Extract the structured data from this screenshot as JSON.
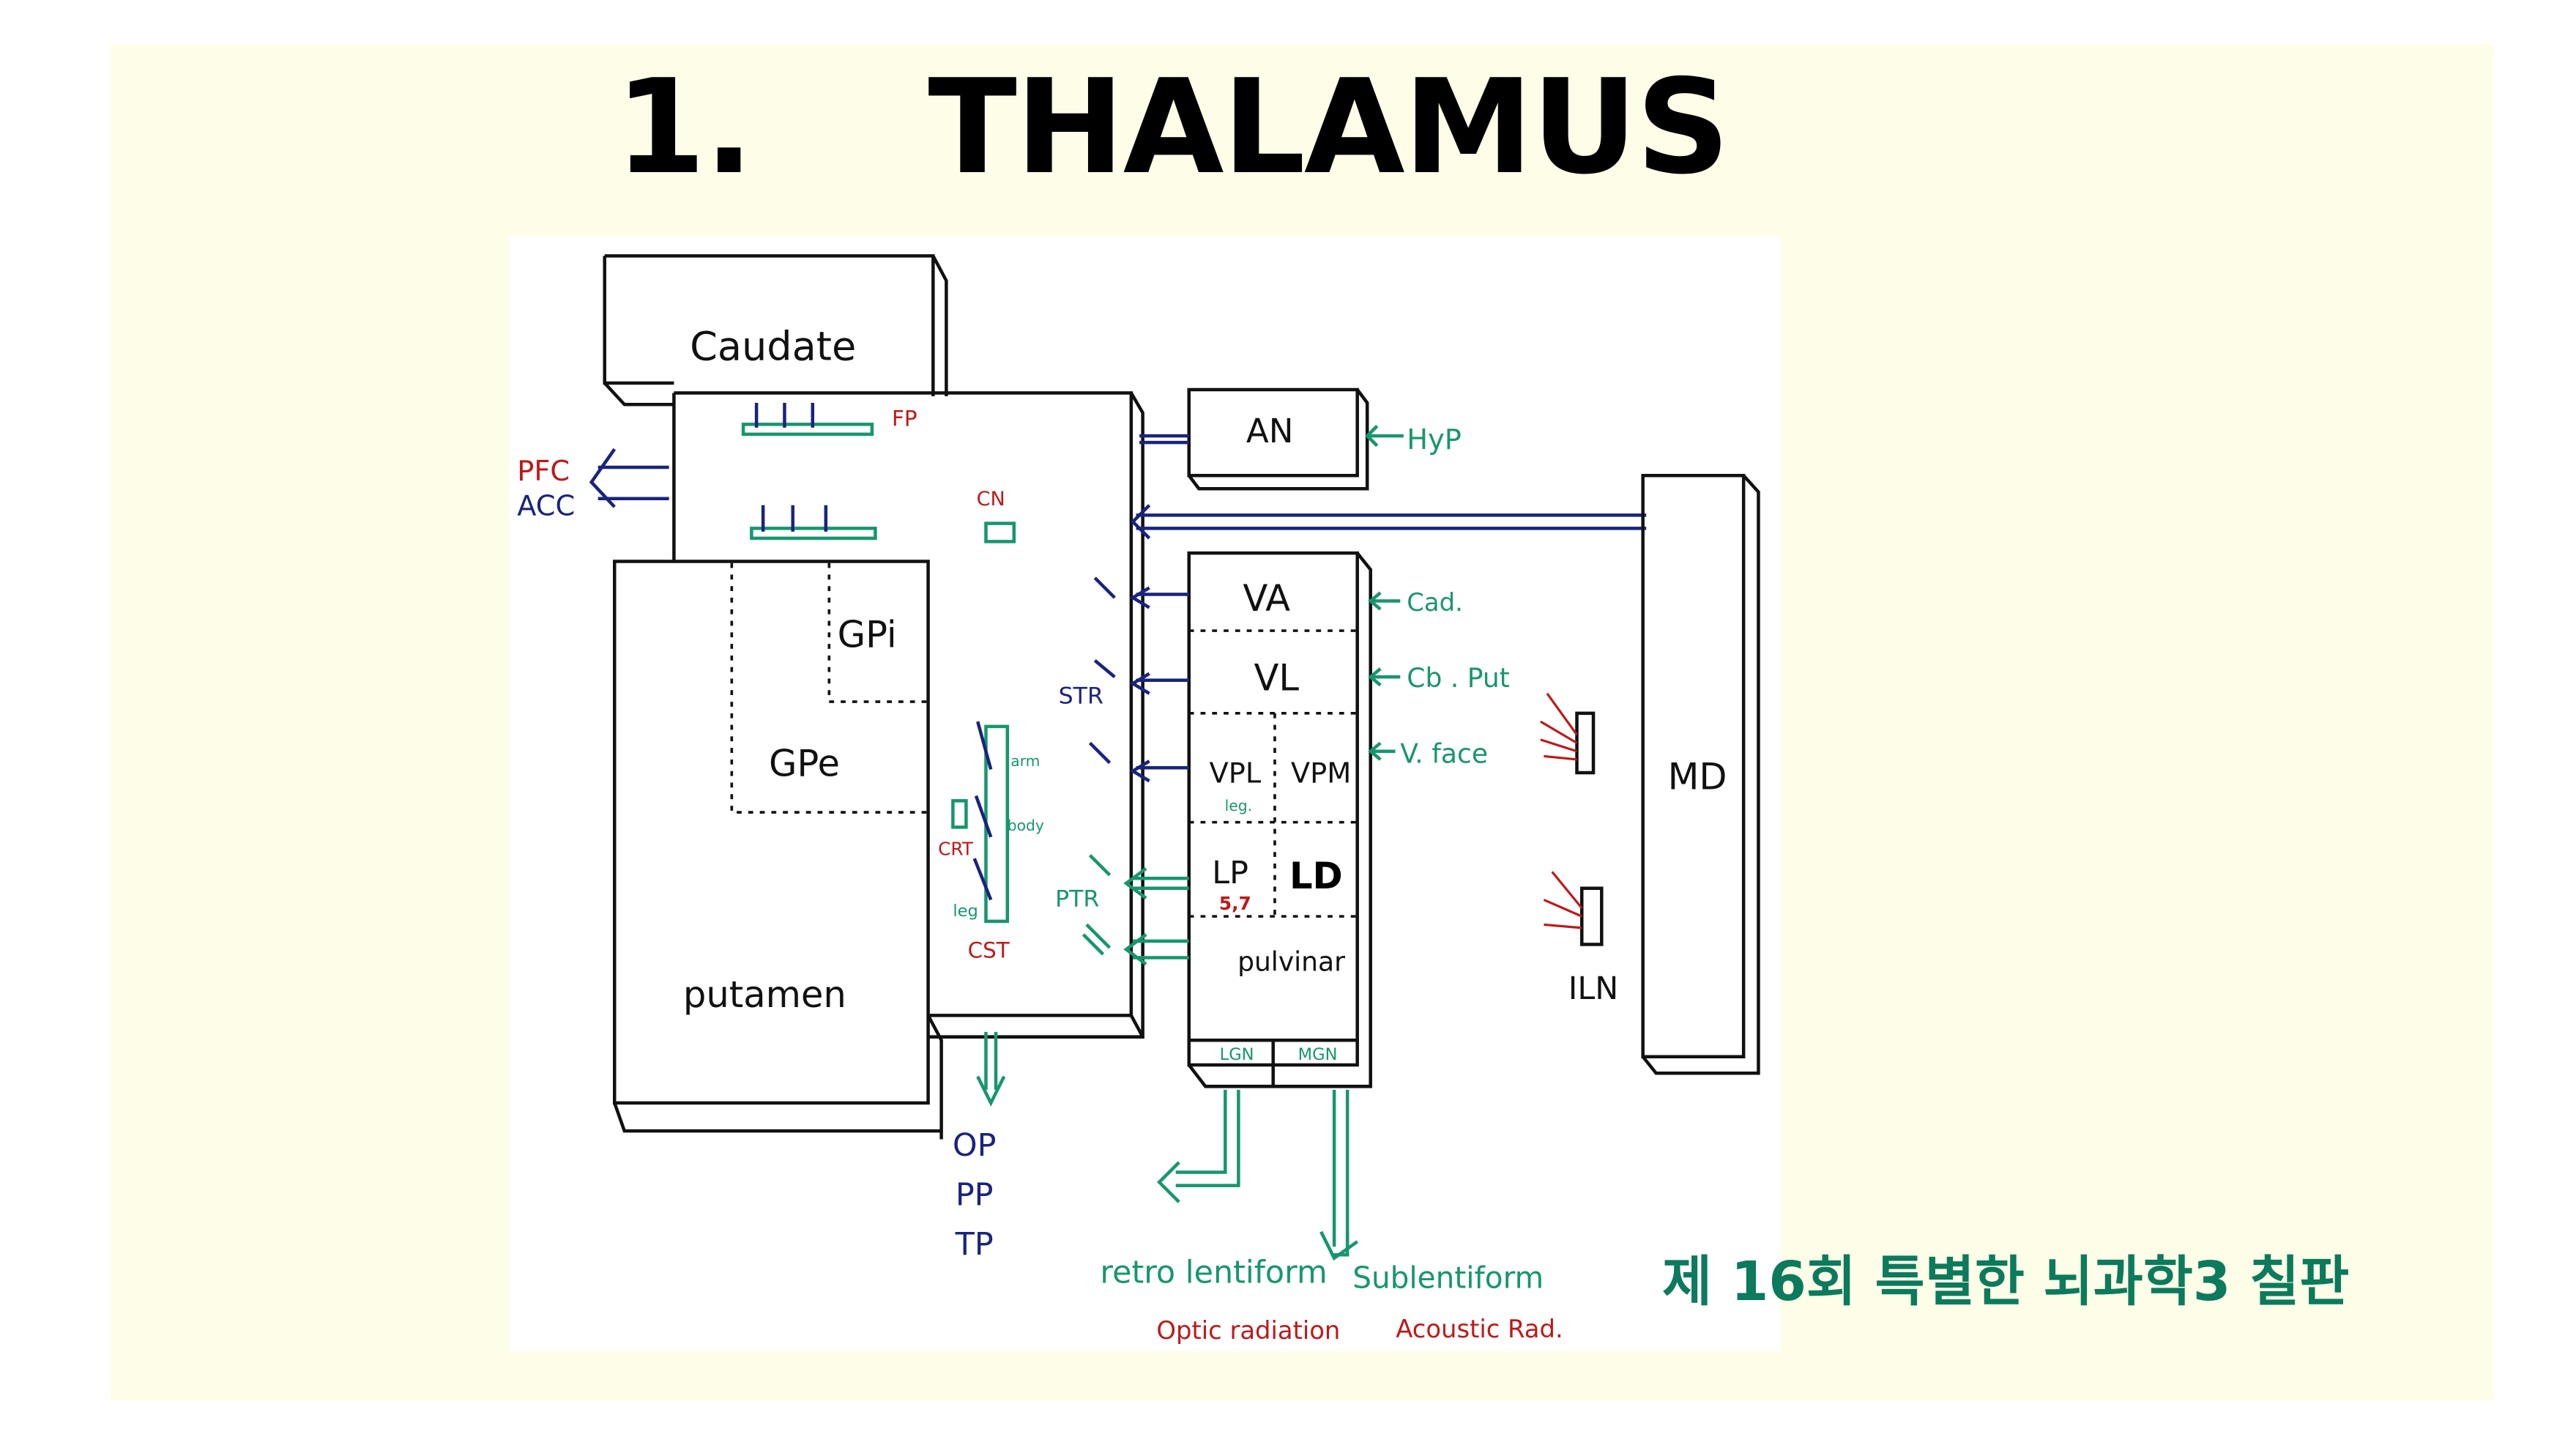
{
  "slide": {
    "title": "1.    THALAMUS",
    "caption": "제 16회 특별한 뇌과학3 칠판"
  },
  "diagram": {
    "structures": {
      "caudate": "Caudate",
      "putamen": "putamen",
      "gpi": "GPi",
      "gpe": "GPe",
      "an": "AN",
      "md": "MD",
      "iln": "ILN"
    },
    "thalamic_nuclei": {
      "va": "VA",
      "vl": "VL",
      "vpl": "VPL",
      "vpl_sub": "leg.",
      "vpm": "VPM",
      "lp": "LP",
      "lp_sub": "5,7",
      "ld": "LD",
      "pulvinar": "pulvinar",
      "lgn": "LGN",
      "mgn": "MGN"
    },
    "inputs": {
      "hyp": "HyP",
      "cad": "Cad.",
      "cb_put": "Cb . Put",
      "v_face": "V. face"
    },
    "capsule_labels": {
      "fp": "FP",
      "pfc": "PFC",
      "acc": "ACC",
      "cn": "CN",
      "str": "STR",
      "ptr": "PTR",
      "crt": "CRT",
      "cst": "CST",
      "arm": "arm",
      "body": "body",
      "leg": "leg"
    },
    "outputs": {
      "op": "OP",
      "pp": "PP",
      "tp": "TP",
      "retro": "retro lentiform",
      "optic": "Optic radiation",
      "sub": "Sublentiform",
      "acoustic": "Acoustic Rad."
    },
    "colors": {
      "black": "#111111",
      "green": "#17966e",
      "navy": "#1a237e",
      "red": "#c01818",
      "panel": "#fefee8",
      "caption": "#0c7a5c"
    }
  }
}
